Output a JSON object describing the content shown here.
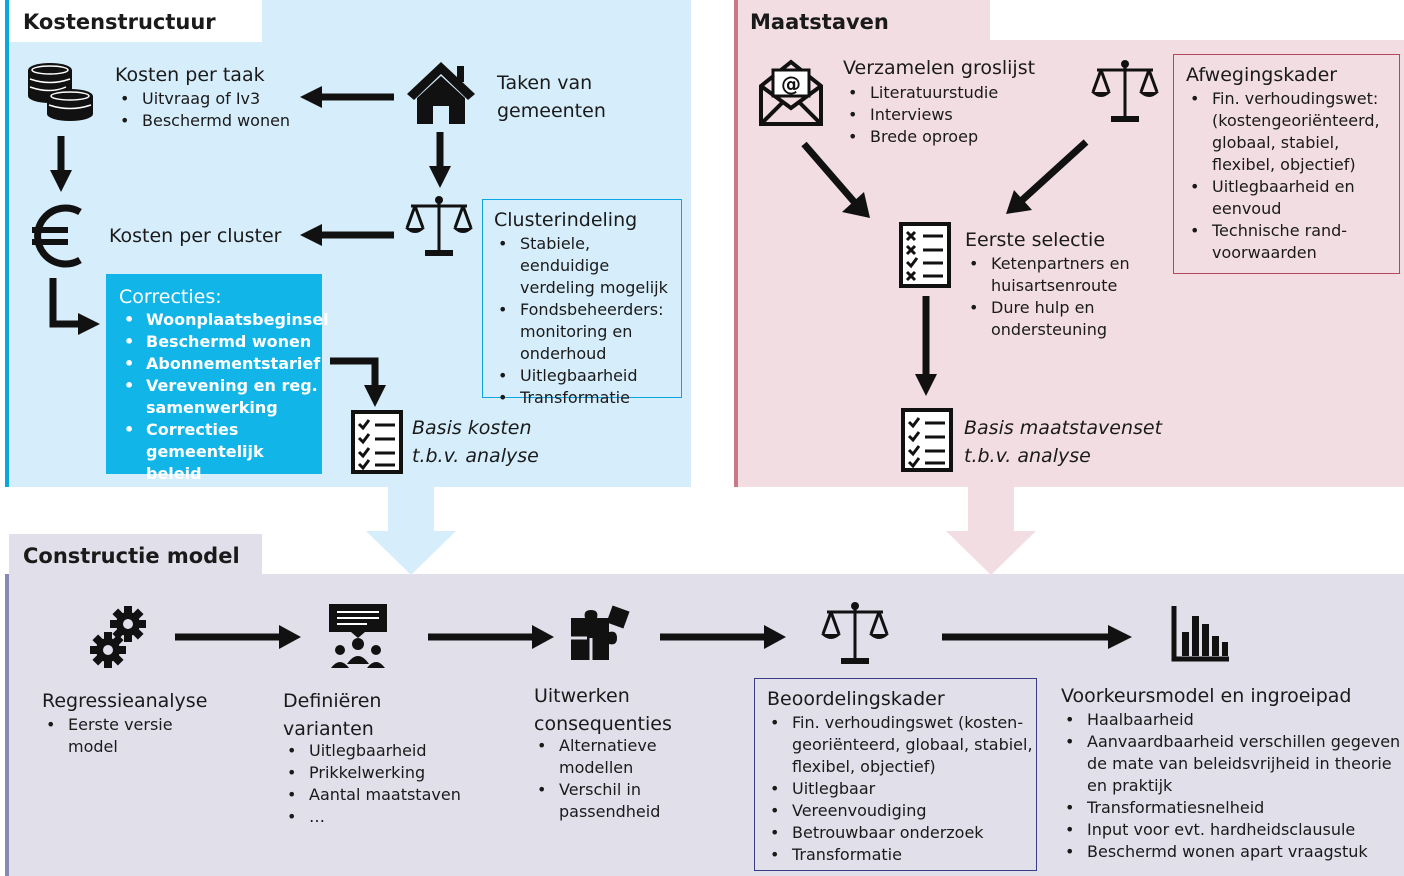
{
  "kosten": {
    "title": "Kostenstructuur",
    "per_taak": {
      "title": "Kosten per taak",
      "items": [
        "Uitvraag of Iv3",
        "Beschermd wonen"
      ]
    },
    "taken": {
      "line1": "Taken van",
      "line2": "gemeenten"
    },
    "per_cluster": "Kosten per cluster",
    "cluster": {
      "title": "Clusterindeling",
      "items": [
        [
          "Stabiele, eenduidige",
          "verdeling mogelijk"
        ],
        [
          "Fondsbeheerders:",
          "monitoring en",
          "onderhoud"
        ],
        [
          "Uitlegbaarheid"
        ],
        [
          "Transformatie"
        ]
      ]
    },
    "correcties": {
      "title": "Correcties:",
      "items": [
        [
          "Woonplaatsbeginsel"
        ],
        [
          "Beschermd wonen"
        ],
        [
          "Abonnementstarief"
        ],
        [
          "Verevening en reg.",
          "samenwerking"
        ],
        [
          "Correcties",
          "gemeentelijk beleid"
        ]
      ]
    },
    "basis": {
      "line1": "Basis kosten",
      "line2": "t.b.v. analyse"
    }
  },
  "maatstaven": {
    "title": "Maatstaven",
    "groslijst": {
      "title": "Verzamelen groslijst",
      "items": [
        "Literatuurstudie",
        "Interviews",
        "Brede oproep"
      ]
    },
    "afweging": {
      "title": "Afwegingskader",
      "items": [
        [
          "Fin. verhoudingswet:",
          "(kostengeoriënteerd,",
          "globaal, stabiel,",
          "flexibel, objectief)"
        ],
        [
          "Uitlegbaarheid en",
          "eenvoud"
        ],
        [
          "Technische rand-",
          "voorwaarden"
        ]
      ]
    },
    "selectie": {
      "title": "Eerste selectie",
      "items": [
        [
          "Ketenpartners en",
          "huisartsenroute"
        ],
        [
          "Dure hulp en",
          "ondersteuning"
        ]
      ]
    },
    "basis": {
      "line1": "Basis maatstavenset",
      "line2": "t.b.v. analyse"
    }
  },
  "constructie": {
    "title": "Constructie model",
    "regressie": {
      "title": "Regressieanalyse",
      "items": [
        [
          "Eerste versie",
          "model"
        ]
      ]
    },
    "varianten": {
      "title1": "Definiëren",
      "title2": "varianten",
      "items": [
        [
          "Uitlegbaarheid"
        ],
        [
          "Prikkelwerking"
        ],
        [
          "Aantal maatstaven"
        ],
        [
          "…"
        ]
      ]
    },
    "consequenties": {
      "title1": "Uitwerken",
      "title2": "consequenties",
      "items": [
        [
          "Alternatieve",
          "modellen"
        ],
        [
          "Verschil in",
          "passendheid"
        ]
      ]
    },
    "beoordeling": {
      "title": "Beoordelingskader",
      "items": [
        [
          "Fin. verhoudingswet (kosten-",
          "georiënteerd, globaal, stabiel,",
          "flexibel, objectief)"
        ],
        [
          "Uitlegbaar"
        ],
        [
          "Vereenvoudiging"
        ],
        [
          "Betrouwbaar onderzoek"
        ],
        [
          "Transformatie"
        ]
      ]
    },
    "voorkeur": {
      "title": "Voorkeursmodel en ingroeipad",
      "items": [
        [
          "Haalbaarheid"
        ],
        [
          "Aanvaardbaarheid verschillen gegeven",
          "de mate van beleidsvrijheid in theorie",
          "en praktijk"
        ],
        [
          "Transformatiesnelheid"
        ],
        [
          "Input voor evt. hardheidsclausule"
        ],
        [
          "Beschermd wonen apart vraagstuk"
        ]
      ]
    }
  },
  "colors": {
    "blue_panel": "#d6eefb",
    "blue_accent": "#0aa6e0",
    "cyan_box": "#12b5e8",
    "pink_panel": "#f2dde3",
    "pink_accent": "#c9788a",
    "red_border": "#b5475b",
    "lavender": "#e0dfea",
    "navy_border": "#3b3e87"
  }
}
